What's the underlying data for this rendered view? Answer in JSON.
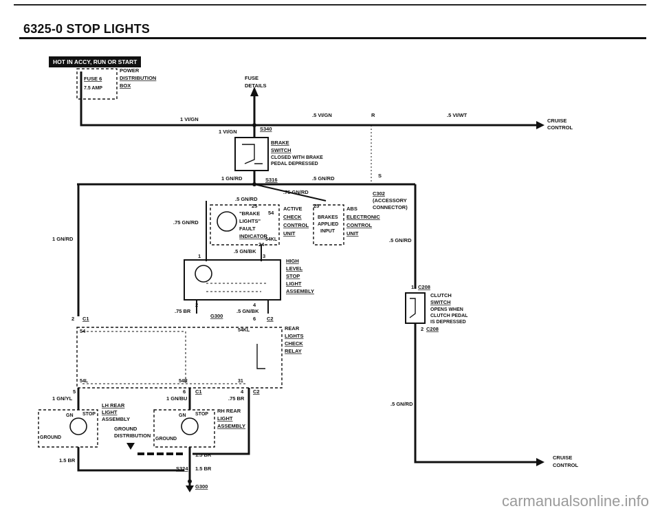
{
  "header": {
    "title": "6325-0   STOP LIGHTS"
  },
  "hot_label": "HOT IN ACCY, RUN OR START",
  "fuse": {
    "name": "FUSE 6",
    "rating": "7.5 AMP",
    "box": [
      "POWER",
      "DISTRIBUTION",
      "BOX"
    ]
  },
  "fuse_details": [
    "FUSE",
    "DETAILS"
  ],
  "wires": {
    "w1": "1 VI/GN",
    "w2": ".5 VI/GN",
    "w3": "R",
    "w4": ".5 VI/WT",
    "w5": "1 VI/GN",
    "w6": "1 GN/RD",
    "w7": ".5 GN/RD",
    "w8": ".75 GN/RD",
    "w9": ".5 GN/RD",
    "w10": ".75 GN/RD",
    "w11": "1 GN/RD",
    "w12": ".5 GN/RD",
    "w13": ".5 GN/BK",
    "w14": ".75 BR",
    "w15": ".5 GN/BK",
    "w16": "1 GN/YL",
    "w17": "1 GN/BU",
    "w18": ".75 BR",
    "w19": ".5 GN/RD",
    "w20": "1.5 BR",
    "w21": "1.5 BR",
    "w22": "1.5 BR",
    "w23": "S"
  },
  "splices": {
    "s340": "S340",
    "s316": "S316",
    "s324": "S324"
  },
  "cruise1": [
    "CRUISE",
    "CONTROL"
  ],
  "cruise2": [
    "CRUISE",
    "CONTROL"
  ],
  "brake_switch": [
    "BRAKE",
    "SWITCH",
    "CLOSED WITH BRAKE",
    "PEDAL DEPRESSED"
  ],
  "c302": [
    "C302",
    "(ACCESSORY",
    "CONNECTOR)"
  ],
  "active_check": [
    "ACTIVE",
    "CHECK",
    "CONTROL",
    "UNIT"
  ],
  "abs": [
    "ABS",
    "ELECTRONIC",
    "CONTROL",
    "UNIT"
  ],
  "brakes_applied": [
    "BRAKES",
    "APPLIED",
    "INPUT"
  ],
  "fault": [
    "\"BRAKE",
    "LIGHTS\"",
    "FAULT",
    "INDICATOR"
  ],
  "pins": {
    "p25a": "25",
    "p25b": "25",
    "p54": "54",
    "p54kl": "54KL",
    "p24": "24",
    "p3": "3",
    "p1": "1",
    "p2": "2",
    "p4": "4",
    "p6": "6",
    "p2c1": "2",
    "p54b": "54",
    "p54kl2": "54KL",
    "p54l": "54L",
    "p54r": "54R",
    "p31": "31",
    "p5": "5",
    "p6b": "6",
    "p4b": "4",
    "p1c208": "1",
    "p2c208": "2"
  },
  "connectors": {
    "c1a": "C1",
    "c2a": "C2",
    "c1b": "C1",
    "c2b": "C2",
    "c208a": "C208",
    "c208b": "C208"
  },
  "hl_stop": [
    "HIGH",
    "LEVEL",
    "STOP",
    "LIGHT",
    "ASSEMBLY"
  ],
  "rear_relay": [
    "REAR",
    "LIGHTS",
    "CHECK",
    "RELAY"
  ],
  "clutch": [
    "CLUTCH",
    "SWITCH",
    "OPENS WHEN",
    "CLUTCH PEDAL",
    "IS DEPRESSED"
  ],
  "grounds": {
    "g300a": "G300",
    "g300b": "G300"
  },
  "lh_rear": [
    "LH REAR",
    "LIGHT",
    "ASSEMBLY"
  ],
  "rh_rear": [
    "RH REAR",
    "LIGHT",
    "ASSEMBLY"
  ],
  "gnd_dist": [
    "GROUND",
    "DISTRIBUTION"
  ],
  "lamp_tags": {
    "gn1": "GN",
    "stop1": "STOP",
    "gnd1": "GROUND",
    "gn2": "GN",
    "stop2": "STOP",
    "gnd2": "GROUND"
  },
  "watermark": "carmanualsonline.info"
}
